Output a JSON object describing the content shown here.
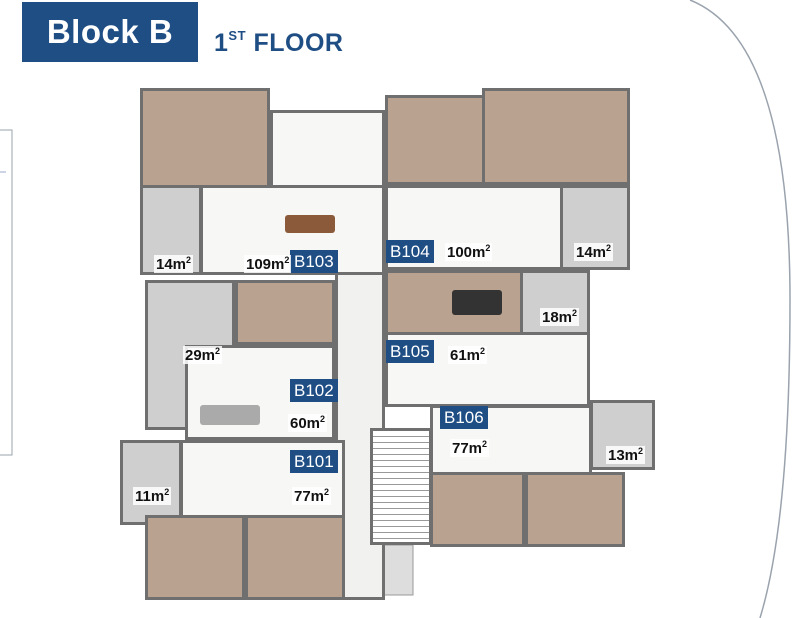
{
  "header": {
    "block_title": "Block B",
    "floor_number": "1",
    "floor_suffix": "ST",
    "floor_word": "FLOOR"
  },
  "colors": {
    "brand": "#1f4e85"
  },
  "units": [
    {
      "id": "B101",
      "area": "77m",
      "balcony": "11m"
    },
    {
      "id": "B102",
      "area": "60m",
      "balcony": "29m"
    },
    {
      "id": "B103",
      "area": "109m",
      "balcony": "14m"
    },
    {
      "id": "B104",
      "area": "100m",
      "balcony": "14m"
    },
    {
      "id": "B105",
      "area": "61m",
      "balcony": "18m"
    },
    {
      "id": "B106",
      "area": "77m",
      "balcony": "13m"
    }
  ],
  "sq": "2"
}
